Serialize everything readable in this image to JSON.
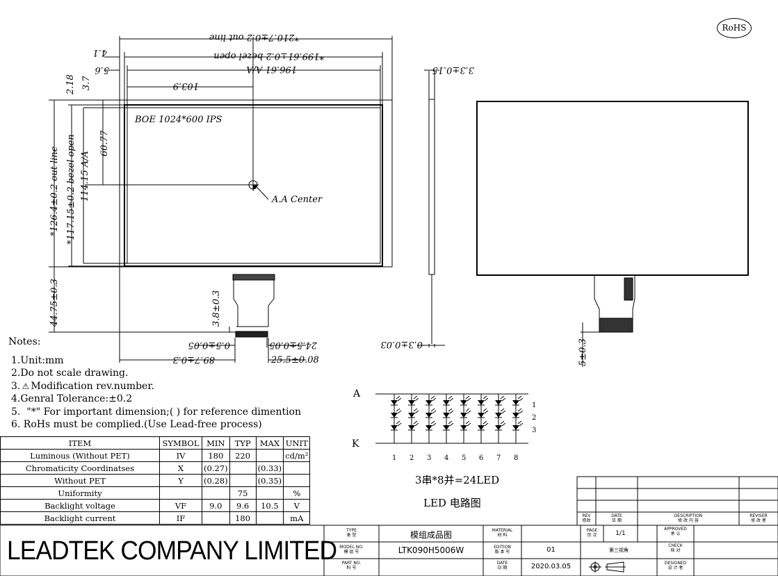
{
  "badge": {
    "rohs": "RoHS"
  },
  "drawing": {
    "panel_label": "BOE 1024*600 IPS",
    "aa_center": "A.A Center",
    "dims_top": {
      "outline": "*210.7±0.2 out line",
      "bezel": "*199.61±0.2 bezel open",
      "aa": "196.61 A/A",
      "center": "103.9",
      "d41": "4.1",
      "d56": "5.6"
    },
    "dims_left": {
      "outline": "*126.4±0.2 out line",
      "bezel": "*117.15±0.2 bezel open",
      "aa": "114.15 A/A",
      "center": "60.77",
      "d218": "2.18",
      "d37": "3.7",
      "fpc_len": "44.75±0.3"
    },
    "dims_fpc": {
      "fpc_contact": "3.8±0.3",
      "pitch": "0.5±0.05",
      "fpc_offset": "89.7±0.3",
      "pins": "24.5±0.05",
      "fpc_width": "25.5±0.08"
    },
    "dims_side": {
      "thickness": "3.3±0.15",
      "fpc_thick": "0.3±0.03"
    },
    "dims_back": {
      "stiffener": "5±0.3"
    }
  },
  "notes": {
    "title": "Notes:",
    "items": [
      "1.Unit:mm",
      "2.Do not scale drawing.",
      "3.",
      "Modification rev.number.",
      "4.Genral Tolerance:±0.2",
      "5.  \"*\" For important dimension;( ) for reference dimention",
      "6. RoHs must be complied.(Use Lead-free process)"
    ]
  },
  "spec_table": {
    "headers": [
      "ITEM",
      "SYMBOL",
      "MIN",
      "TYP",
      "MAX",
      "UNIT"
    ],
    "rows": [
      {
        "item": "Luminous (Without PET)",
        "symbol": "IV",
        "min": "180",
        "typ": "220",
        "max": "",
        "unit": "cd/m²"
      },
      {
        "item": "Chromaticity Coordinatses",
        "symbol": "X",
        "min": "(0.27)",
        "typ": "",
        "max": "(0.33)",
        "unit": ""
      },
      {
        "item": "Without PET",
        "symbol": "Y",
        "min": "(0.28)",
        "typ": "",
        "max": "(0.35)",
        "unit": ""
      },
      {
        "item": "Uniformity",
        "symbol": "",
        "min": "",
        "typ": "75",
        "max": "",
        "unit": "%"
      },
      {
        "item": "Backlight voltage",
        "symbol": "VF",
        "min": "9.0",
        "typ": "9.6",
        "max": "10.5",
        "unit": "V"
      },
      {
        "item": "Backlight current",
        "symbol": "IF",
        "min": "",
        "typ": "180",
        "max": "",
        "unit": "mA"
      }
    ]
  },
  "led_circuit": {
    "anode": "A",
    "cathode": "K",
    "rows": [
      "1",
      "2",
      "3"
    ],
    "columns": [
      "1",
      "2",
      "3",
      "4",
      "5",
      "6",
      "7",
      "8"
    ],
    "formula": "3串*8并=24LED",
    "title": "LED 电路图"
  },
  "company": "LEADTEK COMPANY LIMITED",
  "title_block": {
    "type_label": "TYPE\n类 型",
    "type_value": "模组成品图",
    "material_label": "MATERIAL\n材 料",
    "model_label": "MODEL NO.\n模 组 号",
    "model_value": "LTK090H5006W",
    "edition_label": "EDITION\n版 本 号",
    "edition_value": "01",
    "part_label": "PART NO.\n料 号",
    "date_label": "DATE\n日 期",
    "date_value": "2020.03.05",
    "page_label": "PAGE\n页 次",
    "page_value": "1/1",
    "projection": "第三视角",
    "approved_label": "APPROVED\n承 认",
    "check_label": "CHECK\n核 对",
    "designed_label": "DESIGNED\n设 计 者",
    "rev_label": "REV\n修改",
    "date2_label": "DATE\n日 期",
    "description_label": "DESCRIPTION\n修 改 内 容",
    "reviser_label": "REVISER\n修 改 者"
  }
}
